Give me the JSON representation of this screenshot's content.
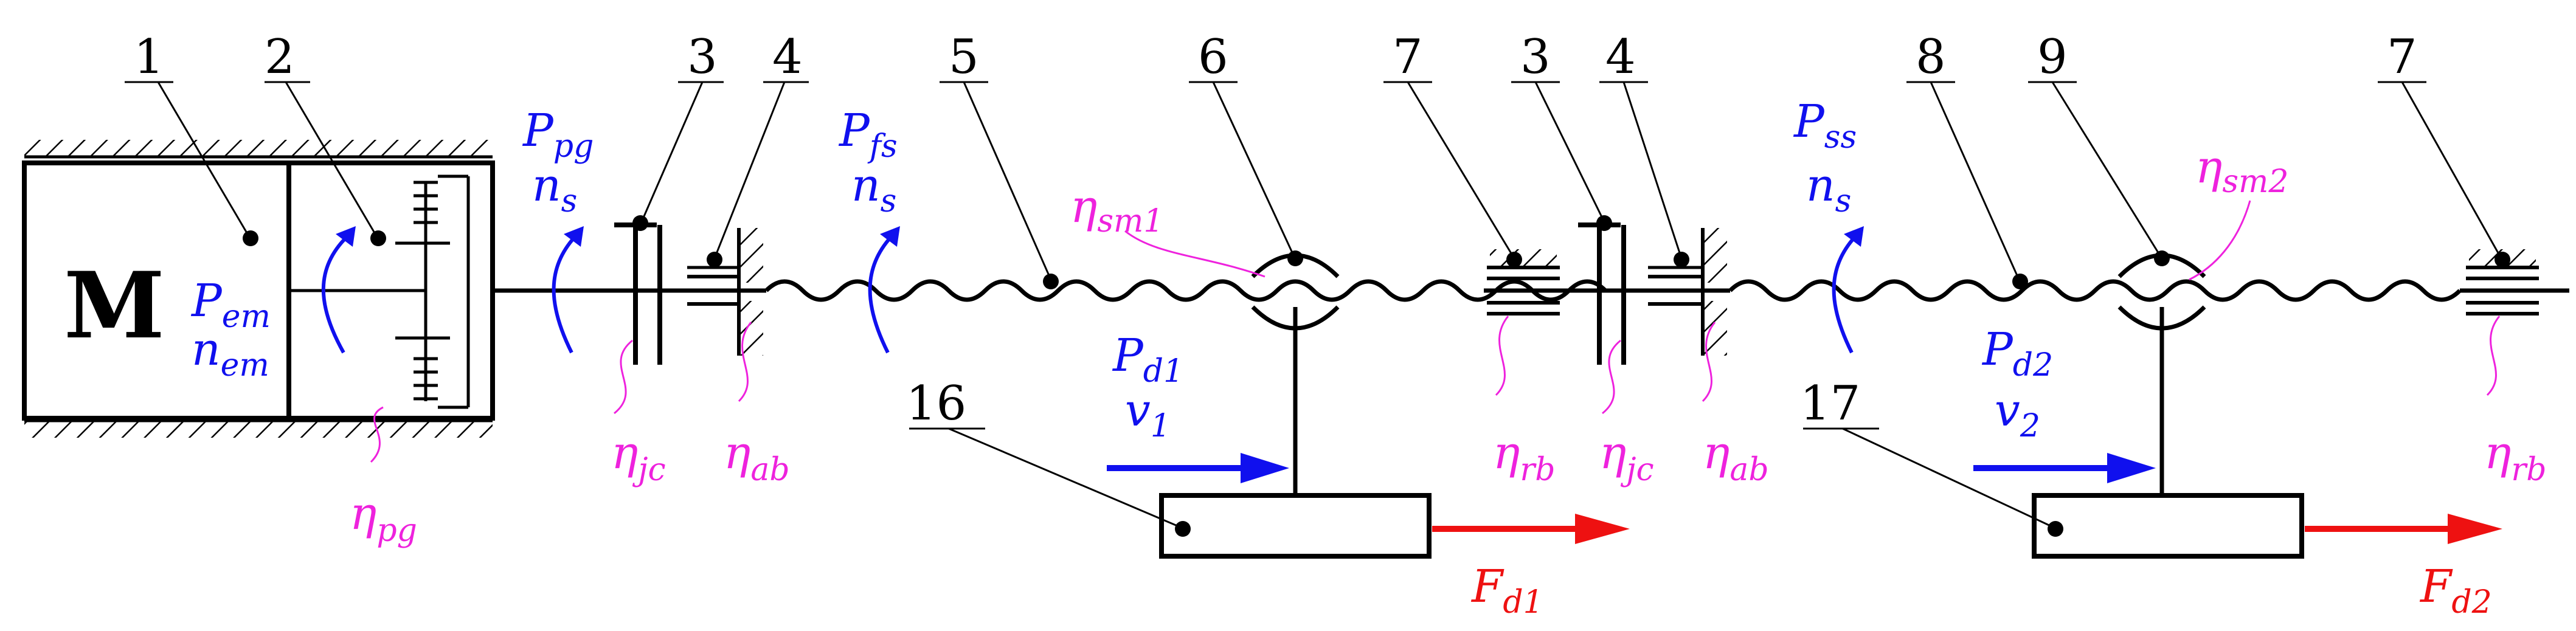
{
  "motor": {
    "symbol": "M"
  },
  "callouts": [
    "1",
    "2",
    "3",
    "4",
    "5",
    "6",
    "7",
    "3",
    "4",
    "8",
    "9",
    "7",
    "16",
    "17"
  ],
  "power_labels": {
    "p_em": {
      "main": "P",
      "sub": "em"
    },
    "n_em": {
      "main": "n",
      "sub": "em"
    },
    "p_pg": {
      "main": "P",
      "sub": "pg"
    },
    "n_s_1": {
      "main": "n",
      "sub": "s"
    },
    "p_fs": {
      "main": "P",
      "sub": "fs"
    },
    "n_s_2": {
      "main": "n",
      "sub": "s"
    },
    "p_ss": {
      "main": "P",
      "sub": "ss"
    },
    "n_s_3": {
      "main": "n",
      "sub": "s"
    },
    "p_d1": {
      "main": "P",
      "sub": "d1"
    },
    "v_1": {
      "main": "v",
      "sub": "1"
    },
    "p_d2": {
      "main": "P",
      "sub": "d2"
    },
    "v_2": {
      "main": "v",
      "sub": "2"
    }
  },
  "efficiency_labels": {
    "eta_pg": {
      "main": "η",
      "sub": "pg"
    },
    "eta_jc_1": {
      "main": "η",
      "sub": "jc"
    },
    "eta_ab_1": {
      "main": "η",
      "sub": "ab"
    },
    "eta_sm1": {
      "main": "η",
      "sub": "sm1"
    },
    "eta_rb_1": {
      "main": "η",
      "sub": "rb"
    },
    "eta_jc_2": {
      "main": "η",
      "sub": "jc"
    },
    "eta_ab_2": {
      "main": "η",
      "sub": "ab"
    },
    "eta_sm2": {
      "main": "η",
      "sub": "sm2"
    },
    "eta_rb_2": {
      "main": "η",
      "sub": "rb"
    }
  },
  "force_labels": {
    "f_d1": {
      "main": "F",
      "sub": "d1"
    },
    "f_d2": {
      "main": "F",
      "sub": "d2"
    }
  },
  "colors": {
    "power": "#1010ee",
    "efficiency": "#ee22dd",
    "force": "#ee1111",
    "structure": "#000000"
  }
}
